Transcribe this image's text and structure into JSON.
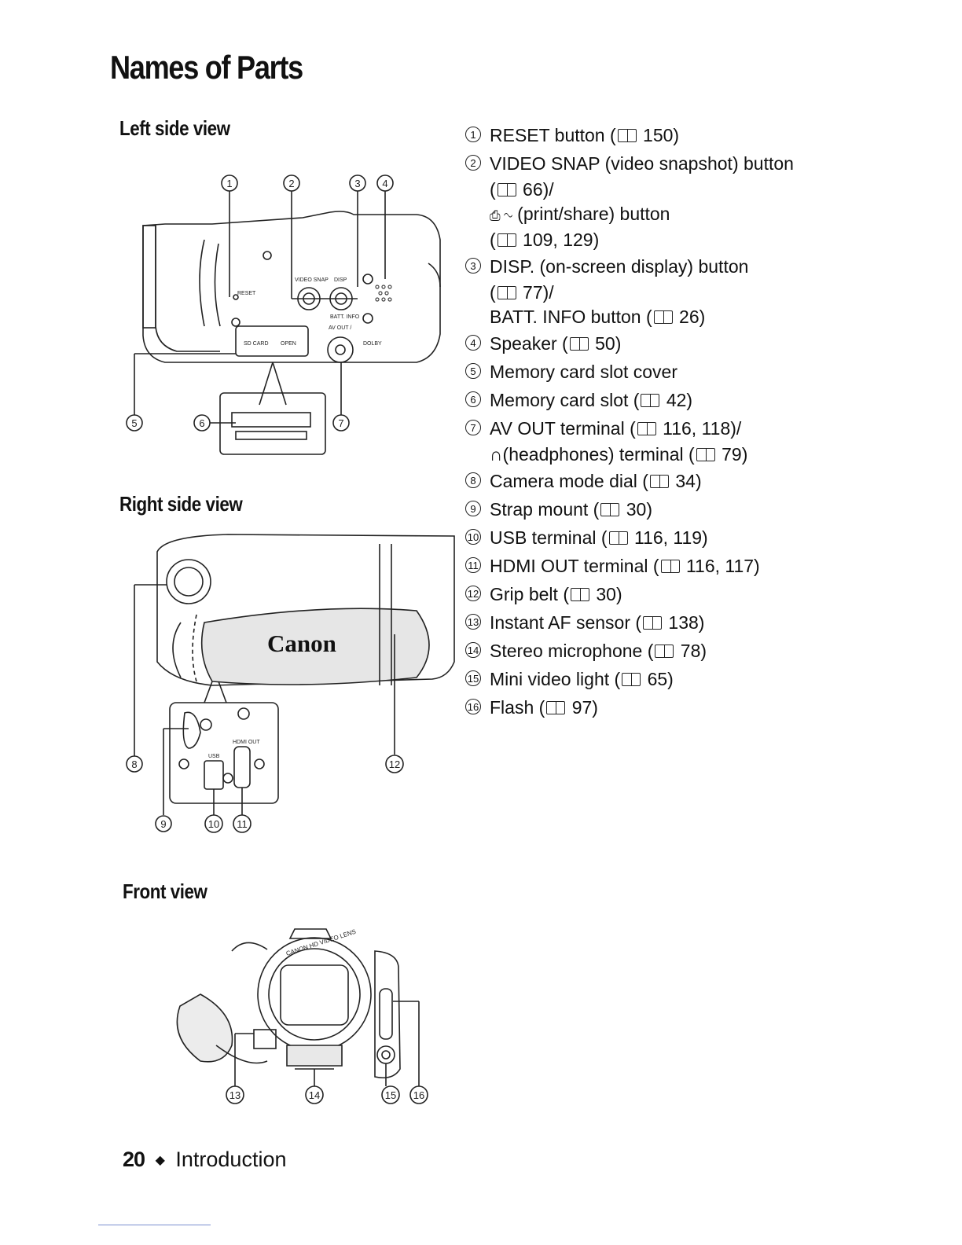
{
  "page": {
    "title": "Names of Parts",
    "sections": {
      "left": "Left side view",
      "right": "Right side view",
      "front": "Front view"
    }
  },
  "figures": {
    "left_labels": [
      "1",
      "2",
      "3",
      "4",
      "5",
      "6",
      "7"
    ],
    "right_labels": [
      "8",
      "9",
      "10",
      "11",
      "12"
    ],
    "front_labels": [
      "13",
      "14",
      "15",
      "16"
    ],
    "printed_text": {
      "reset": "RESET",
      "video_snap": "VIDEO SNAP",
      "disp": "DISP",
      "batt_info": "BATT. INFO",
      "av_out": "AV OUT / ",
      "sd_card": "SD CARD",
      "open": "OPEN",
      "dolby": "DOLBY",
      "brand": "Canon",
      "hdmi_out": "HDMI OUT",
      "usb": "USB",
      "lens_ring": "CANON HD VIDEO LENS"
    }
  },
  "legend": [
    {
      "num": "1",
      "text": "RESET button (",
      "ref": "150)"
    },
    {
      "num": "2",
      "text": "VIDEO SNAP (video snapshot) button",
      "lines": [
        "( 66)/",
        "(print/share) button",
        "( 109, 129)"
      ]
    },
    {
      "num": "3",
      "text": "DISP. (on-screen display) button",
      "lines": [
        "( 77)/",
        "BATT. INFO button ( 26)"
      ]
    },
    {
      "num": "4",
      "text": "Speaker (",
      "ref": "50)"
    },
    {
      "num": "5",
      "text": "Memory card slot cover"
    },
    {
      "num": "6",
      "text": "Memory card slot (",
      "ref": "42)"
    },
    {
      "num": "7",
      "text": "AV OUT terminal (",
      "ref": "116, 118)/",
      "lines": [
        "(headphones) terminal ( 79)"
      ]
    },
    {
      "num": "8",
      "text": "Camera mode dial (",
      "ref": "34)"
    },
    {
      "num": "9",
      "text": "Strap mount (",
      "ref": "30)"
    },
    {
      "num": "10",
      "text": "USB terminal (",
      "ref": "116, 119)"
    },
    {
      "num": "11",
      "text": "HDMI OUT terminal (",
      "ref": "116, 117)"
    },
    {
      "num": "12",
      "text": "Grip belt (",
      "ref": "30)"
    },
    {
      "num": "13",
      "text": "Instant AF sensor (",
      "ref": "138)"
    },
    {
      "num": "14",
      "text": "Stereo microphone (",
      "ref": "78)"
    },
    {
      "num": "15",
      "text": "Mini video light (",
      "ref": "65)"
    },
    {
      "num": "16",
      "text": "Flash (",
      "ref": "97)"
    }
  ],
  "footer": {
    "page_number": "20",
    "separator": "◆",
    "chapter": "Introduction"
  }
}
